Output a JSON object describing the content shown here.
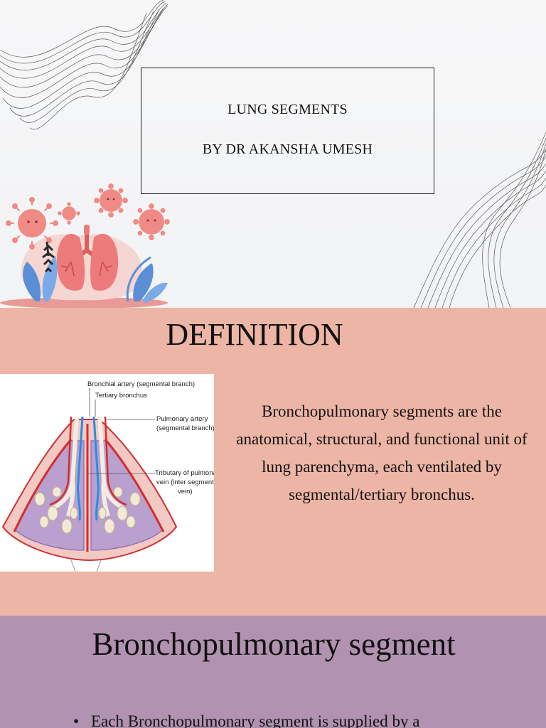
{
  "slide1": {
    "title_line1": "LUNG SEGMENTS",
    "title_line2": "BY DR AKANSHA UMESH"
  },
  "slide2": {
    "heading": "DEFINITION",
    "body": "Bronchopulmonary segments are the anatomical, structural, and functional unit of lung parenchyma, each ventilated by segmental/tertiary bronchus.",
    "diagram_labels": {
      "bronchial_artery": "Bronchial artery (segmental branch)",
      "tertiary_bronchus": "Tertiary bronchus",
      "pulmonary_artery_1": "Pulmonary artery",
      "pulmonary_artery_2": "(segmental branch)",
      "tributary_1": "Tributary of pulmonary",
      "tributary_2": "vein (inter segmental",
      "tributary_3": "vein)"
    }
  },
  "slide3": {
    "heading": "Bronchopulmonary segment",
    "bullets": [
      "Each Bronchopulmonary segment is supplied by a"
    ]
  },
  "colors": {
    "slide2_bg": "#edb5a5",
    "slide3_bg": "#b292b1",
    "lung_pink": "#ee7b7b",
    "virus_pink": "#f08a84",
    "leaf_blue": "#5a8fd6"
  }
}
